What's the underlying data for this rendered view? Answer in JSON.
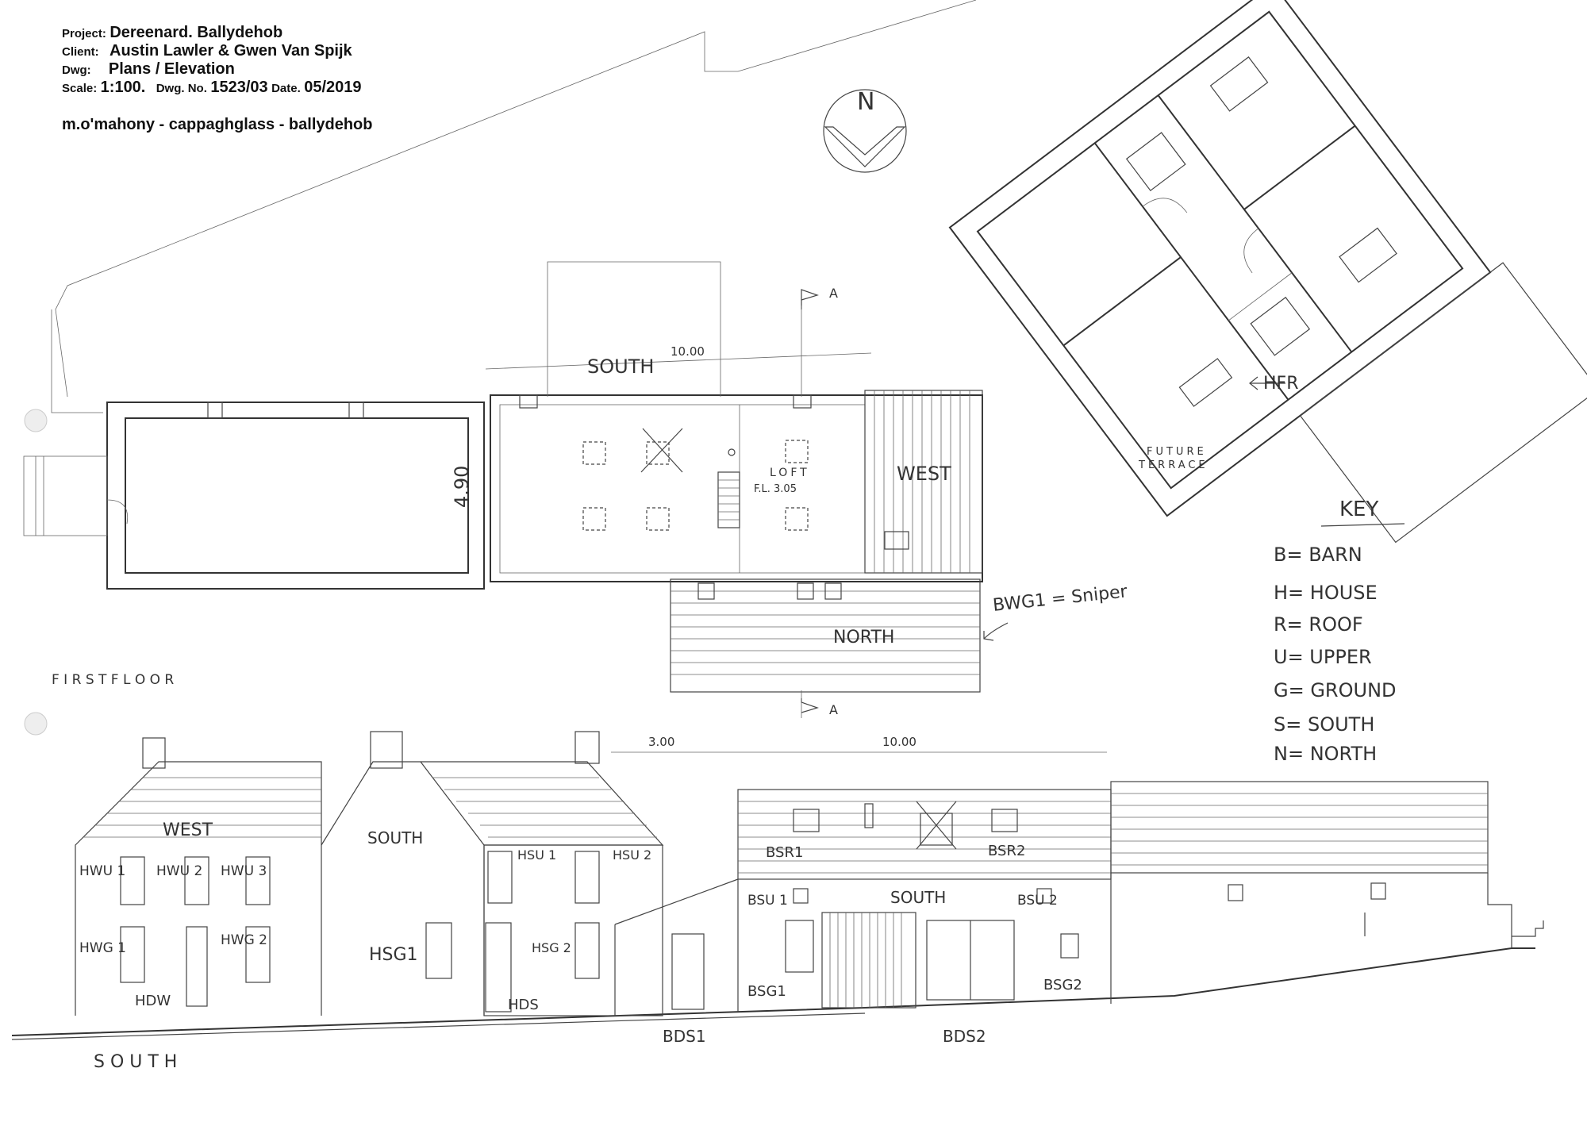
{
  "title_block": {
    "project_label": "Project:",
    "project": "Dereenard. Ballydehob",
    "client_label": "Client:",
    "client": "Austin Lawler & Gwen Van Spijk",
    "dwg_label": "Dwg:",
    "dwg": "Plans / Elevation",
    "scale_label": "Scale:",
    "scale": "1:100.",
    "dwgno_label": "Dwg. No.",
    "dwgno": "1523/03",
    "date_label": "Date.",
    "date": "05/2019",
    "credit": "m.o'mahony - cappaghglass - ballydehob"
  },
  "north": "N",
  "plan_labels": {
    "south_roof": "SOUTH",
    "dim_10_top": "10.00",
    "dim_490": "4.90",
    "section_a_top": "A",
    "section_a_bottom": "A",
    "loft": "LOFT",
    "loft_fl": "F.L. 3.05",
    "west_roof": "WEST",
    "north_roof": "NORTH",
    "bwg1": "BWG1 = Sniper",
    "hfr": "HFR",
    "future_terrace_1": "FUTURE",
    "future_terrace_2": "TERRACE",
    "first_floor": "F I R S T     F L O O R"
  },
  "key": {
    "title": "KEY",
    "items": [
      "B= BARN",
      "H= HOUSE",
      "R= ROOF",
      "U= UPPER",
      "G= GROUND",
      "S= SOUTH",
      "N= NORTH"
    ]
  },
  "elevation_labels": {
    "dim_300": "3.00",
    "dim_1000": "10.00",
    "west": "WEST",
    "south_house": "SOUTH",
    "hwu1": "HWU 1",
    "hwu2": "HWU 2",
    "hwu3": "HWU 3",
    "hwg1": "HWG 1",
    "hwg2": "HWG 2",
    "hdw": "HDW",
    "hsg1": "HSG1",
    "hsu1": "HSU 1",
    "hsu2": "HSU 2",
    "hsg2": "HSG 2",
    "hds": "HDS",
    "bsr1": "BSR1",
    "bsr2": "BSR2",
    "south_barn": "SOUTH",
    "bsu1": "BSU 1",
    "bsu2": "BSU 2",
    "bsg1": "BSG1",
    "bsg2": "BSG2",
    "bds1": "BDS1",
    "bds2": "BDS2",
    "south_bottom": "S O U T H"
  }
}
